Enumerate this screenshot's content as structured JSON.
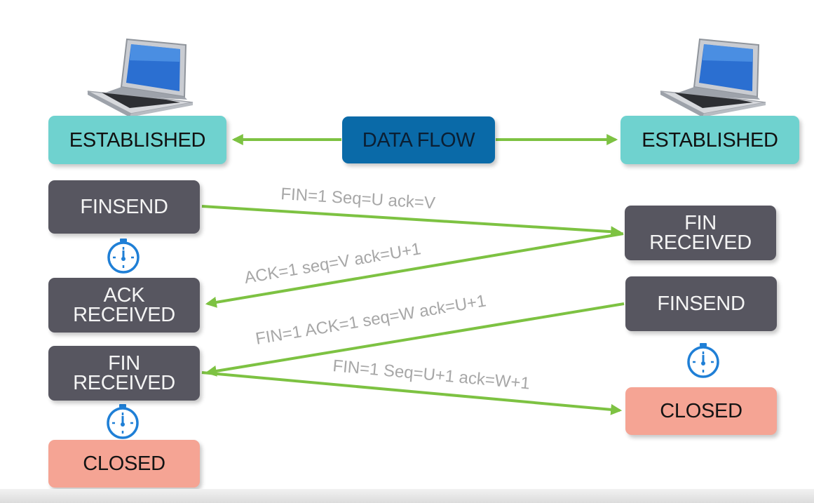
{
  "left": {
    "established": "ESTABLISHED",
    "finsend": "FINSEND",
    "ack_received": [
      "ACK",
      "RECEIVED"
    ],
    "fin_received": [
      "FIN",
      "RECEIVED"
    ],
    "closed": "CLOSED"
  },
  "center": {
    "data_flow": "DATA FLOW"
  },
  "right": {
    "established": "ESTABLISHED",
    "fin_received": [
      "FIN",
      "RECEIVED"
    ],
    "finsend": "FINSEND",
    "closed": "CLOSED"
  },
  "messages": [
    "FIN=1 Seq=U  ack=V",
    "ACK=1 seq=V ack=U+1",
    "FIN=1 ACK=1 seq=W ack=U+1",
    "FIN=1 Seq=U+1  ack=W+1"
  ],
  "colors": {
    "arrow": "#7dc242",
    "established": "#6fd2cf",
    "data_flow": "#0a6aa8",
    "state": "#575660",
    "closed": "#f5a494",
    "timer": "#1f7fd6"
  },
  "icons": [
    "laptop-icon",
    "stopwatch-icon"
  ]
}
